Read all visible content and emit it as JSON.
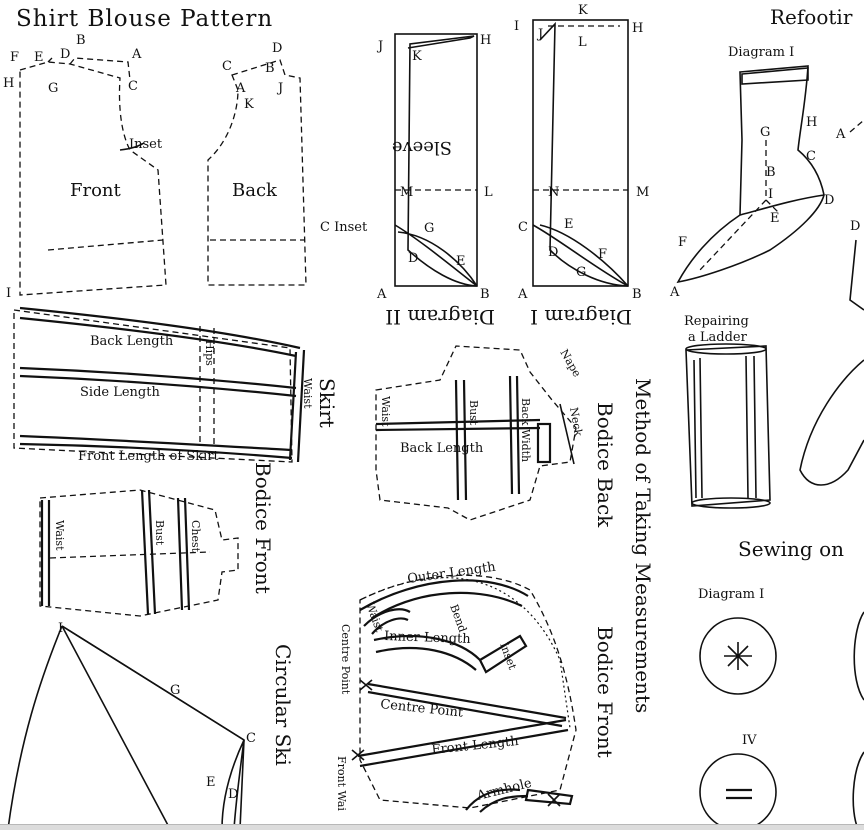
{
  "shirt": {
    "title": "Shirt Blouse Pattern",
    "front": "Front",
    "back": "Back",
    "inset": "Inset",
    "pts": {
      "a": "A",
      "b": "B",
      "c": "C",
      "d": "D",
      "e": "E",
      "f": "F",
      "g": "G",
      "h": "H",
      "i": "I",
      "j": "J",
      "k": "K"
    }
  },
  "sleeve": {
    "d2": "Diagram II",
    "d1": "Diagram I",
    "sleeve_label": "Sleeve",
    "c_inset": "C Inset",
    "pts": {
      "a": "A",
      "b": "B",
      "c": "C",
      "d": "D",
      "e": "E",
      "f": "F",
      "g": "G",
      "h": "H",
      "i": "I",
      "j": "J",
      "k": "K",
      "l": "L",
      "m": "M",
      "n": "N"
    }
  },
  "skirt": {
    "title": "Skirt",
    "back_length": "Back Length",
    "side_length": "Side Length",
    "front_length": "Front Length of Skirt",
    "hips": "Hips",
    "waist": "Waist"
  },
  "bodice_front_small": {
    "title": "Bodice Front",
    "waist": "Waist",
    "bust": "Bust",
    "chest": "Chest"
  },
  "circular": {
    "title": "Circular Ski",
    "pts": {
      "i": "I",
      "g": "G",
      "c": "C",
      "e": "E",
      "d": "D"
    }
  },
  "bodice_back": {
    "title": "Bodice Back",
    "waist": "Waist",
    "bust": "Bust",
    "back_width": "Back Width",
    "back_length": "Back Length",
    "nape": "Nape",
    "neck": "Neck"
  },
  "method": {
    "title": "Method of Taking Measurements"
  },
  "bodice_front_big": {
    "title": "Bodice Front",
    "outer_length": "Outer Length",
    "inner_length": "Inner Length",
    "waist": "Waist",
    "bend": "Bend",
    "inset": "Inset",
    "centre_point": "Centre Point",
    "centre_point_side": "Centre Point",
    "front_length": "Front Length",
    "front_waist": "Front Wai",
    "armhole": "Armhole"
  },
  "refoot": {
    "title": "Refootir",
    "diagram": "Diagram I",
    "pts": {
      "a": "A",
      "b": "B",
      "c": "C",
      "d": "D",
      "e": "E",
      "f": "F",
      "g": "G",
      "h": "H",
      "i": "I"
    },
    "edge_a": "A",
    "edge_d": "D"
  },
  "ladder": {
    "title_line1": "Repairing",
    "title_line2": "a Ladder"
  },
  "sewing": {
    "title": "Sewing on",
    "diagram1": "Diagram I",
    "diagram4": "IV"
  }
}
